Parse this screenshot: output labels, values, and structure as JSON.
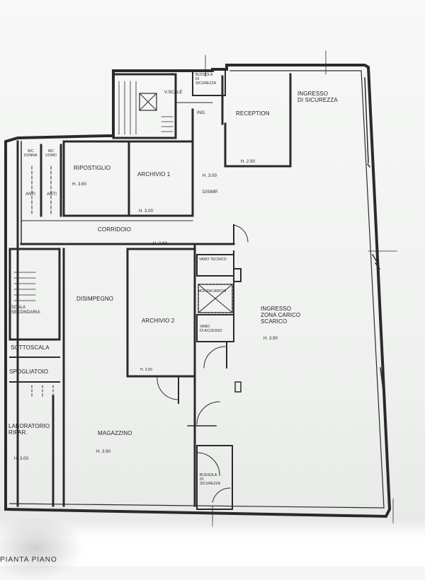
{
  "rooms": {
    "v_scale": "V.SCALE",
    "bussola_top": "BUSSOLA\nDI\nSICUREZZA",
    "ing": "ING.",
    "reception": "RECEPTION",
    "ingresso_sicurezza": "INGRESSO\nDI SICUREZZA",
    "h_290": "H. 2.90",
    "wc_donna": "WC\nDONNA",
    "wc_uomo": "WC\nUOMO",
    "anti_1": "ANTI",
    "anti_2": "ANTI",
    "ripostiglio": "RIPOSTIGLIO",
    "h_360_rip": "H. 3.60",
    "archivio_1": "ARCHIVIO 1",
    "h_300_disimp": "H. 3.00",
    "disimp": "DISIMP.",
    "h_300_arch1": "H. 3.00",
    "corridoio": "CORRIDOIO",
    "h_360_corr": "H. 3.60",
    "vano_tecnico": "VANO TECNICO",
    "montacarichi": "MONTACARICHI",
    "disimpegno": "DISIMPEGNO",
    "scala_secondaria": "SCALA\nSECONDARIA",
    "archivio_2": "ARCHIVIO 2",
    "vano_accesso": "VANO\nDI ACCESSO",
    "ingresso_carico": "INGRESSO\nZONA CARICO\nSCARICO",
    "h_390_ingresso": "H. 3.90",
    "sottoscala": "SOTTOSCALA",
    "spogliatoio": "SPOGLIATOIO",
    "h_300_arch2": "H. 3.00",
    "laboratorio": "LABORATORIO\nRIPAR.",
    "h_300_lab": "H. 3.00",
    "magazzino": "MAGAZZINO",
    "h_390_mag": "H. 3.90",
    "bussola_bottom": "BUSSOLA\nDI\nSICUREZZA"
  },
  "caption": "PIANTA PIANO"
}
